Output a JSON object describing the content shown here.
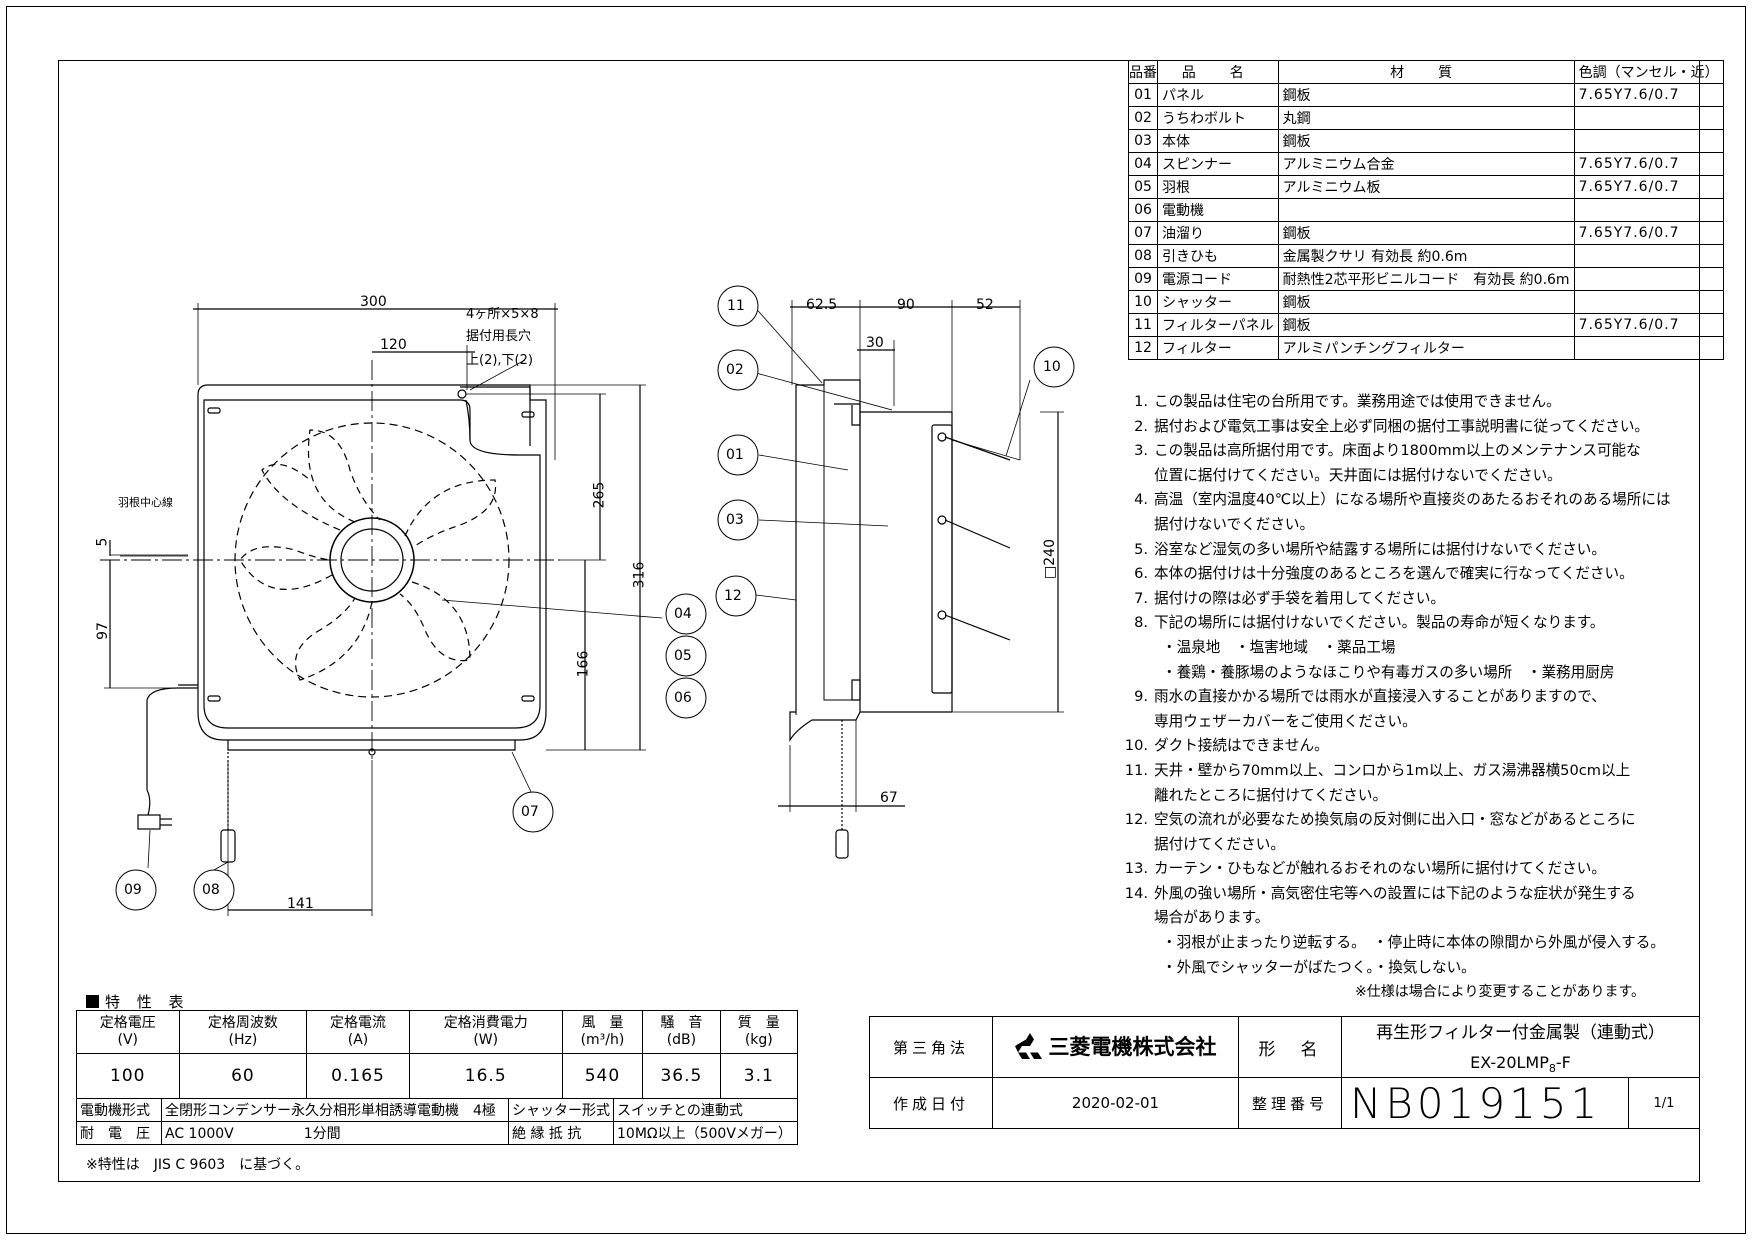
{
  "parts_table": {
    "headers": [
      "品番",
      "品　名",
      "材　質",
      "色調（マンセル・近）"
    ],
    "rows": [
      [
        "01",
        "パネル",
        "鋼板",
        "7.65Y7.6/0.7"
      ],
      [
        "02",
        "うちわボルト",
        "丸鋼",
        ""
      ],
      [
        "03",
        "本体",
        "鋼板",
        ""
      ],
      [
        "04",
        "スピンナー",
        "アルミニウム合金",
        "7.65Y7.6/0.7"
      ],
      [
        "05",
        "羽根",
        "アルミニウム板",
        "7.65Y7.6/0.7"
      ],
      [
        "06",
        "電動機",
        "",
        ""
      ],
      [
        "07",
        "油溜り",
        "鋼板",
        "7.65Y7.6/0.7"
      ],
      [
        "08",
        "引きひも",
        "金属製クサリ 有効長 約0.6m",
        ""
      ],
      [
        "09",
        "電源コード",
        "耐熱性2芯平形ビニルコード　有効長 約0.6m",
        ""
      ],
      [
        "10",
        "シャッター",
        "鋼板",
        ""
      ],
      [
        "11",
        "フィルターパネル",
        "鋼板",
        "7.65Y7.6/0.7"
      ],
      [
        "12",
        "フィルター",
        "アルミパンチングフィルター",
        ""
      ]
    ]
  },
  "notes": [
    {
      "num": "1.",
      "lines": [
        "この製品は住宅の台所用です。業務用途では使用できません。"
      ]
    },
    {
      "num": "2.",
      "lines": [
        "据付および電気工事は安全上必ず同梱の据付工事説明書に従ってください。"
      ]
    },
    {
      "num": "3.",
      "lines": [
        "この製品は高所据付用です。床面より1800mm以上のメンテナンス可能な",
        "位置に据付けてください。天井面には据付けないでください。"
      ]
    },
    {
      "num": "4.",
      "lines": [
        "高温（室内温度40℃以上）になる場所や直接炎のあたるおそれのある場所には",
        "据付けないでください。"
      ]
    },
    {
      "num": "5.",
      "lines": [
        "浴室など湿気の多い場所や結露する場所には据付けないでください。"
      ]
    },
    {
      "num": "6.",
      "lines": [
        "本体の据付けは十分強度のあるところを選んで確実に行なってください。"
      ]
    },
    {
      "num": "7.",
      "lines": [
        "据付けの際は必ず手袋を着用してください。"
      ]
    },
    {
      "num": "8.",
      "lines": [
        "下記の場所には据付けないでください。製品の寿命が短くなります。"
      ],
      "subs": [
        "・温泉地　・塩害地域　・薬品工場",
        "・養鶏・養豚場のようなほこりや有毒ガスの多い場所　・業務用厨房"
      ]
    },
    {
      "num": "9.",
      "lines": [
        "雨水の直接かかる場所では雨水が直接浸入することがありますので、",
        "専用ウェザーカバーをご使用ください。"
      ]
    },
    {
      "num": "10.",
      "lines": [
        "ダクト接続はできません。"
      ]
    },
    {
      "num": "11.",
      "lines": [
        "天井・壁から70mm以上、コンロから1m以上、ガス湯沸器横50cm以上",
        "離れたところに据付けてください。"
      ]
    },
    {
      "num": "12.",
      "lines": [
        "空気の流れが必要なため換気扇の反対側に出入口・窓などがあるところに",
        "据付けてください。"
      ]
    },
    {
      "num": "13.",
      "lines": [
        "カーテン・ひもなどが触れるおそれのない場所に据付けてください。"
      ]
    },
    {
      "num": "14.",
      "lines": [
        "外風の強い場所・高気密住宅等への設置には下記のような症状が発生する",
        "場合があります。"
      ],
      "subs": [
        "・羽根が止まったり逆転する。　・停止時に本体の隙間から外風が侵入する。",
        "・外風でシャッターがばたつく。・換気しない。"
      ]
    }
  ],
  "notes_footer": "※仕様は場合により変更することがあります。",
  "spec": {
    "title": "特 性 表",
    "headers": [
      [
        "定格電圧",
        "(V)"
      ],
      [
        "定格周波数",
        "(Hz)"
      ],
      [
        "定格電流",
        "(A)"
      ],
      [
        "定格消費電力",
        "(W)"
      ],
      [
        "風　量",
        "(m³/h)"
      ],
      [
        "騒　音",
        "(dB)"
      ],
      [
        "質　量",
        "(kg)"
      ]
    ],
    "values": [
      "100",
      "60",
      "0.165",
      "16.5",
      "540",
      "36.5",
      "3.1"
    ],
    "motor_label": "電動機形式",
    "motor_value": "全閉形コンデンサー永久分相形単相誘導電動機　4極",
    "shutter_label": "シャッター形式",
    "shutter_value": "スイッチとの連動式",
    "voltage_label": "耐　電　圧",
    "voltage_value": "AC 1000V",
    "voltage_time": "1分間",
    "insulation_label": "絶 縁 抵 抗",
    "insulation_value": "10MΩ以上（500Vメガー）",
    "footnote": "※特性は　JIS C 9603　に基づく。"
  },
  "title_block": {
    "projection": "第三角法",
    "company": "三菱電機株式会社",
    "model_label": "形　名",
    "product_name": "再生形フィルター付金属製（連動式）",
    "model_prefix": "EX-20LMP",
    "model_sub": "8",
    "model_suffix": "-F",
    "date_label": "作成日付",
    "date": "2020-02-01",
    "number_label": "整理番号",
    "number": "NB019151",
    "sheet": "1/1"
  },
  "front_view": {
    "dims": [
      "300",
      "120",
      "265",
      "316",
      "5",
      "97",
      "166",
      "141"
    ],
    "hole_note": [
      "4ヶ所×5×8",
      "据付用長穴",
      "上(2),下(2)"
    ],
    "center_label": "羽根中心線",
    "balloons": [
      "04",
      "05",
      "06",
      "07",
      "08",
      "09"
    ]
  },
  "side_view": {
    "dims": [
      "62.5",
      "90",
      "52",
      "30",
      "□240",
      "67"
    ],
    "balloons": [
      "11",
      "02",
      "01",
      "03",
      "12",
      "10"
    ]
  }
}
